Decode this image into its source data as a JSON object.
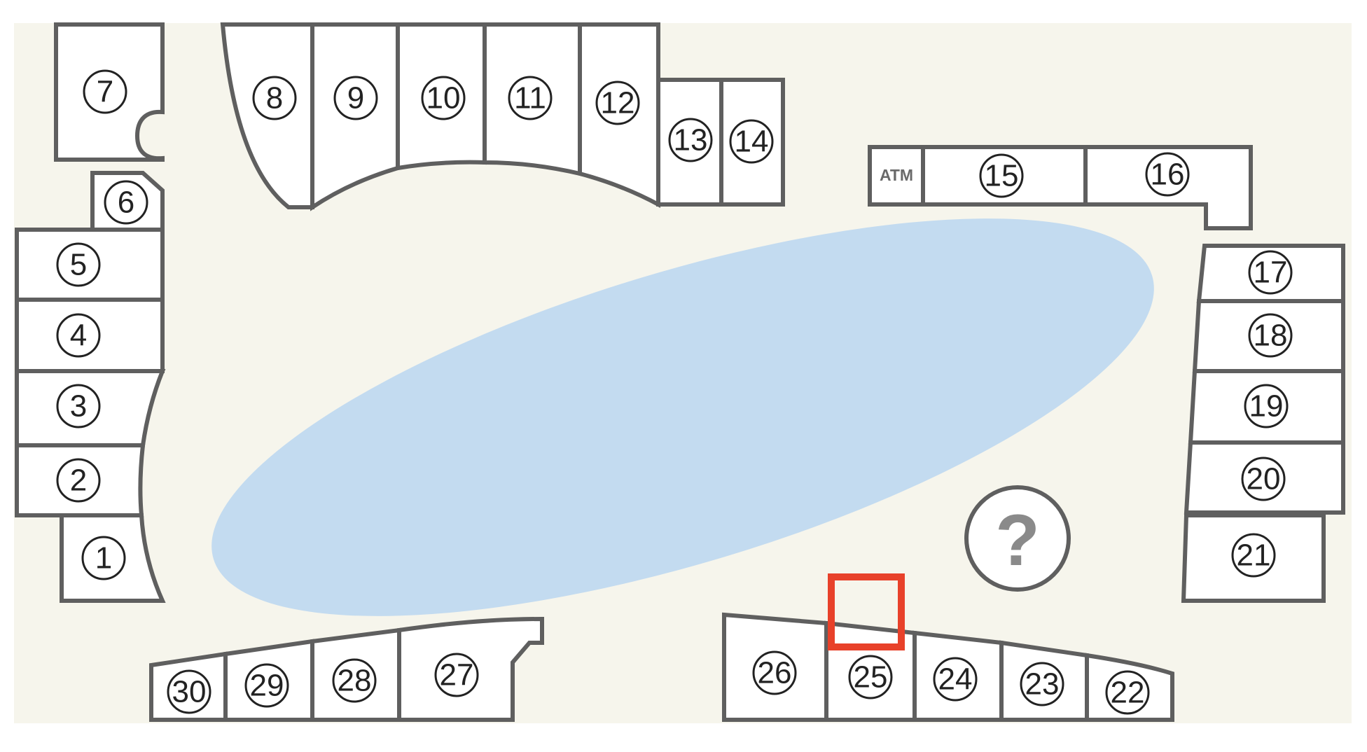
{
  "map": {
    "colors": {
      "background": "#f6f5ec",
      "stall_fill": "#ffffff",
      "stall_border": "#5f5f5f",
      "pond": "#c3dbf0",
      "highlight": "#e8412a"
    },
    "stalls": [
      {
        "id": 1,
        "label": "1"
      },
      {
        "id": 2,
        "label": "2"
      },
      {
        "id": 3,
        "label": "3"
      },
      {
        "id": 4,
        "label": "4"
      },
      {
        "id": 5,
        "label": "5"
      },
      {
        "id": 6,
        "label": "6"
      },
      {
        "id": 7,
        "label": "7"
      },
      {
        "id": 8,
        "label": "8"
      },
      {
        "id": 9,
        "label": "9"
      },
      {
        "id": 10,
        "label": "10"
      },
      {
        "id": 11,
        "label": "11"
      },
      {
        "id": 12,
        "label": "12"
      },
      {
        "id": 13,
        "label": "13"
      },
      {
        "id": 14,
        "label": "14"
      },
      {
        "id": 15,
        "label": "15"
      },
      {
        "id": 16,
        "label": "16"
      },
      {
        "id": 17,
        "label": "17"
      },
      {
        "id": 18,
        "label": "18"
      },
      {
        "id": 19,
        "label": "19"
      },
      {
        "id": 20,
        "label": "20"
      },
      {
        "id": 21,
        "label": "21"
      },
      {
        "id": 22,
        "label": "22"
      },
      {
        "id": 23,
        "label": "23"
      },
      {
        "id": 24,
        "label": "24"
      },
      {
        "id": 25,
        "label": "25"
      },
      {
        "id": 26,
        "label": "26"
      },
      {
        "id": 27,
        "label": "27"
      },
      {
        "id": 28,
        "label": "28"
      },
      {
        "id": 29,
        "label": "29"
      },
      {
        "id": 30,
        "label": "30"
      }
    ],
    "atm_label": "ATM",
    "help_label": "?"
  }
}
